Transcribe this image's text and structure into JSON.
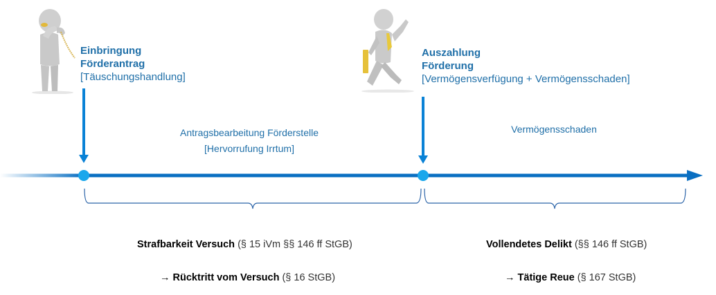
{
  "events": [
    {
      "title_line1": "Einbringung",
      "title_line2": "Förderantrag",
      "subtitle": "[Täuschungshandlung]",
      "figure_icon": "person-on-phone-icon"
    },
    {
      "title_line1": "Auszahlung",
      "title_line2": "Förderung",
      "subtitle": "[Vermögensverfügung + Vermögensschaden]",
      "figure_icon": "person-running-with-briefcase-icon"
    }
  ],
  "phases": [
    {
      "line1": "Antragsbearbeitung Förderstelle",
      "line2": "[Hervorrufung Irrtum]"
    },
    {
      "line1": "Vermögensschaden"
    }
  ],
  "legal": {
    "attempt": {
      "bold": "Strafbarkeit Versuch",
      "ref": " (§ 15 iVm §§ 146 ff StGB)"
    },
    "withdrawal": {
      "arrow": "→ ",
      "bold": "Rücktritt vom Versuch",
      "ref": " (§ 16 StGB)"
    },
    "completed": {
      "bold": "Vollendetes Delikt",
      "ref": " (§§ 146 ff StGB)"
    },
    "remorse": {
      "arrow": "→ ",
      "bold": "Tätige Reue",
      "ref": " (§ 167 StGB)"
    }
  },
  "colors": {
    "timeline": "#0a6fc2",
    "marker": "#1aa7ec",
    "text_blue": "#1f6fa8",
    "brace": "#2a63a8"
  }
}
